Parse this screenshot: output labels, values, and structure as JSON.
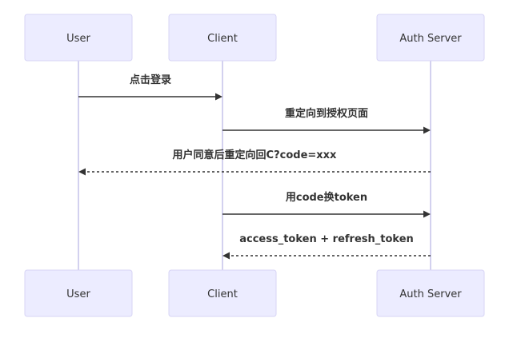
{
  "diagram": {
    "type": "sequence",
    "colors": {
      "actor_fill": "#ececff",
      "actor_border": "#d7d4f5",
      "lifeline": "#d3d1ef",
      "line": "#333333",
      "text": "#333333"
    },
    "actors": [
      {
        "id": "user",
        "label": "User"
      },
      {
        "id": "client",
        "label": "Client"
      },
      {
        "id": "auth",
        "label": "Auth Server"
      }
    ],
    "messages": [
      {
        "from": "user",
        "to": "client",
        "label": "点击登录",
        "style": "solid"
      },
      {
        "from": "client",
        "to": "auth",
        "label": "重定向到授权页面",
        "style": "solid"
      },
      {
        "from": "auth",
        "to": "user",
        "label": "用户同意后重定向回C?code=xxx",
        "style": "dashed"
      },
      {
        "from": "client",
        "to": "auth",
        "label": "用code换token",
        "style": "solid"
      },
      {
        "from": "auth",
        "to": "client",
        "label": "access_token + refresh_token",
        "style": "dashed"
      }
    ]
  }
}
